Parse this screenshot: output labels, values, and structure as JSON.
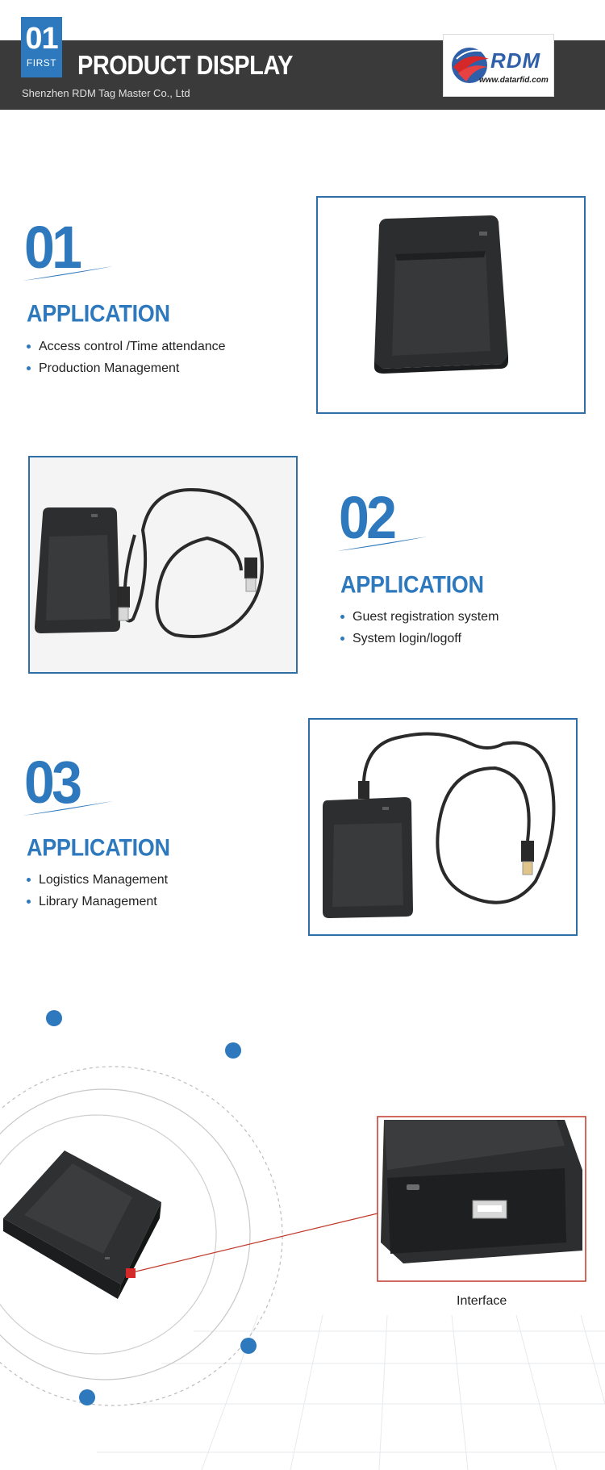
{
  "header": {
    "badge_number": "01",
    "badge_label": "FIRST",
    "title": "PRODUCT DISPLAY",
    "company": "Shenzhen RDM Tag Master Co., Ltd",
    "logo_text": "RDM",
    "logo_url": "www.datarfid.com"
  },
  "applications": [
    {
      "number": "01",
      "title": "APPLICATION",
      "items": [
        "Access control /Time attendance",
        "Production Management"
      ]
    },
    {
      "number": "02",
      "title": "APPLICATION",
      "items": [
        "Guest registration system",
        "System login/logoff"
      ]
    },
    {
      "number": "03",
      "title": "APPLICATION",
      "items": [
        "Logistics Management",
        "Library Management"
      ]
    }
  ],
  "interface": {
    "label": "Interface"
  },
  "colors": {
    "accent": "#2e79bd",
    "header_bg": "#3a3a3a",
    "callout_red": "#c0392b"
  }
}
